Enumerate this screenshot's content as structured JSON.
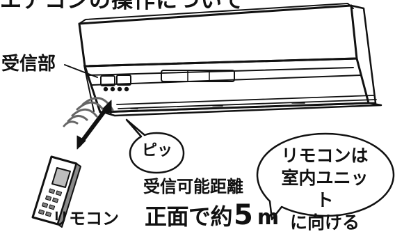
{
  "header": {
    "title": "エアコンの操作について"
  },
  "labels": {
    "receiver": "受信部",
    "remote": "リモコン",
    "distance_caption": "受信可能距離",
    "distance_prefix": "正面で約",
    "distance_value": "5",
    "distance_unit": "m"
  },
  "bubbles": {
    "beep": "ピッ",
    "instruction_line_1": "リモコンは",
    "instruction_line_2": "室内ユニット",
    "instruction_line_3": "に向ける"
  },
  "icons": {
    "air_conditioner": "air-conditioner-icon",
    "remote_control": "remote-control-icon",
    "signal_arrow": "double-arrow-icon"
  },
  "colors": {
    "ink": "#111111",
    "paper": "#ffffff",
    "line": "#222222",
    "shadow": "#7a7a7a"
  }
}
